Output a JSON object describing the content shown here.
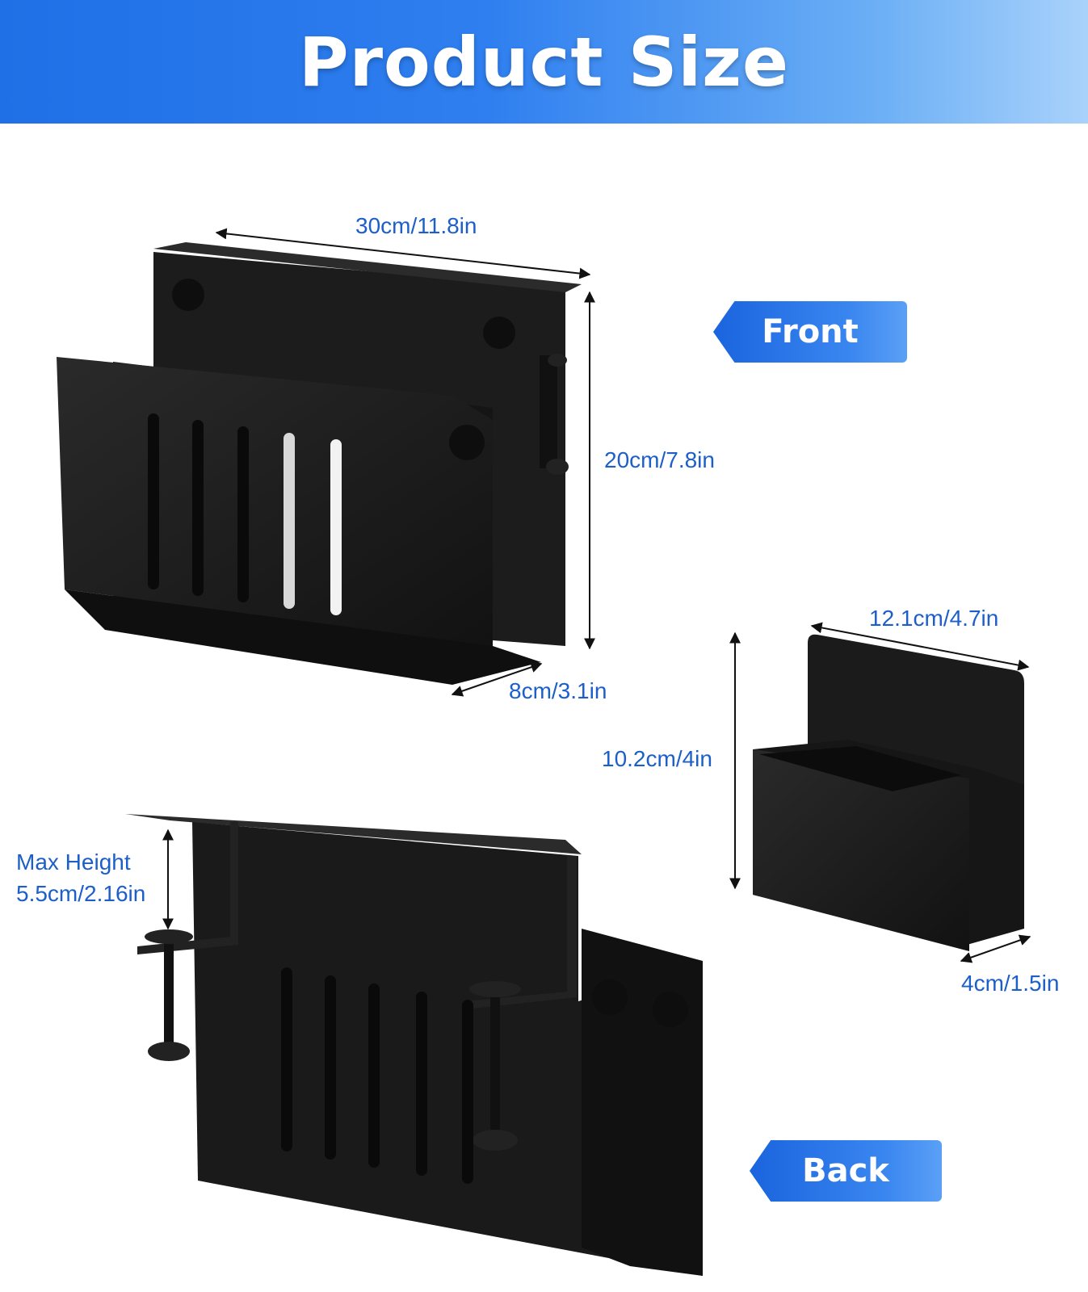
{
  "header": {
    "title": "Product Size"
  },
  "dims": {
    "main_width": "30cm/11.8in",
    "main_height": "20cm/7.8in",
    "main_depth": "8cm/3.1in",
    "cup_width": "12.1cm/4.7in",
    "cup_height": "10.2cm/4in",
    "cup_depth": "4cm/1.5in",
    "max_height_line1": "Max Height",
    "max_height_line2": "5.5cm/2.16in"
  },
  "tags": {
    "front": "Front",
    "back": "Back"
  },
  "colors": {
    "accent": "#1d5fc9",
    "product": "#1a1a1a"
  }
}
